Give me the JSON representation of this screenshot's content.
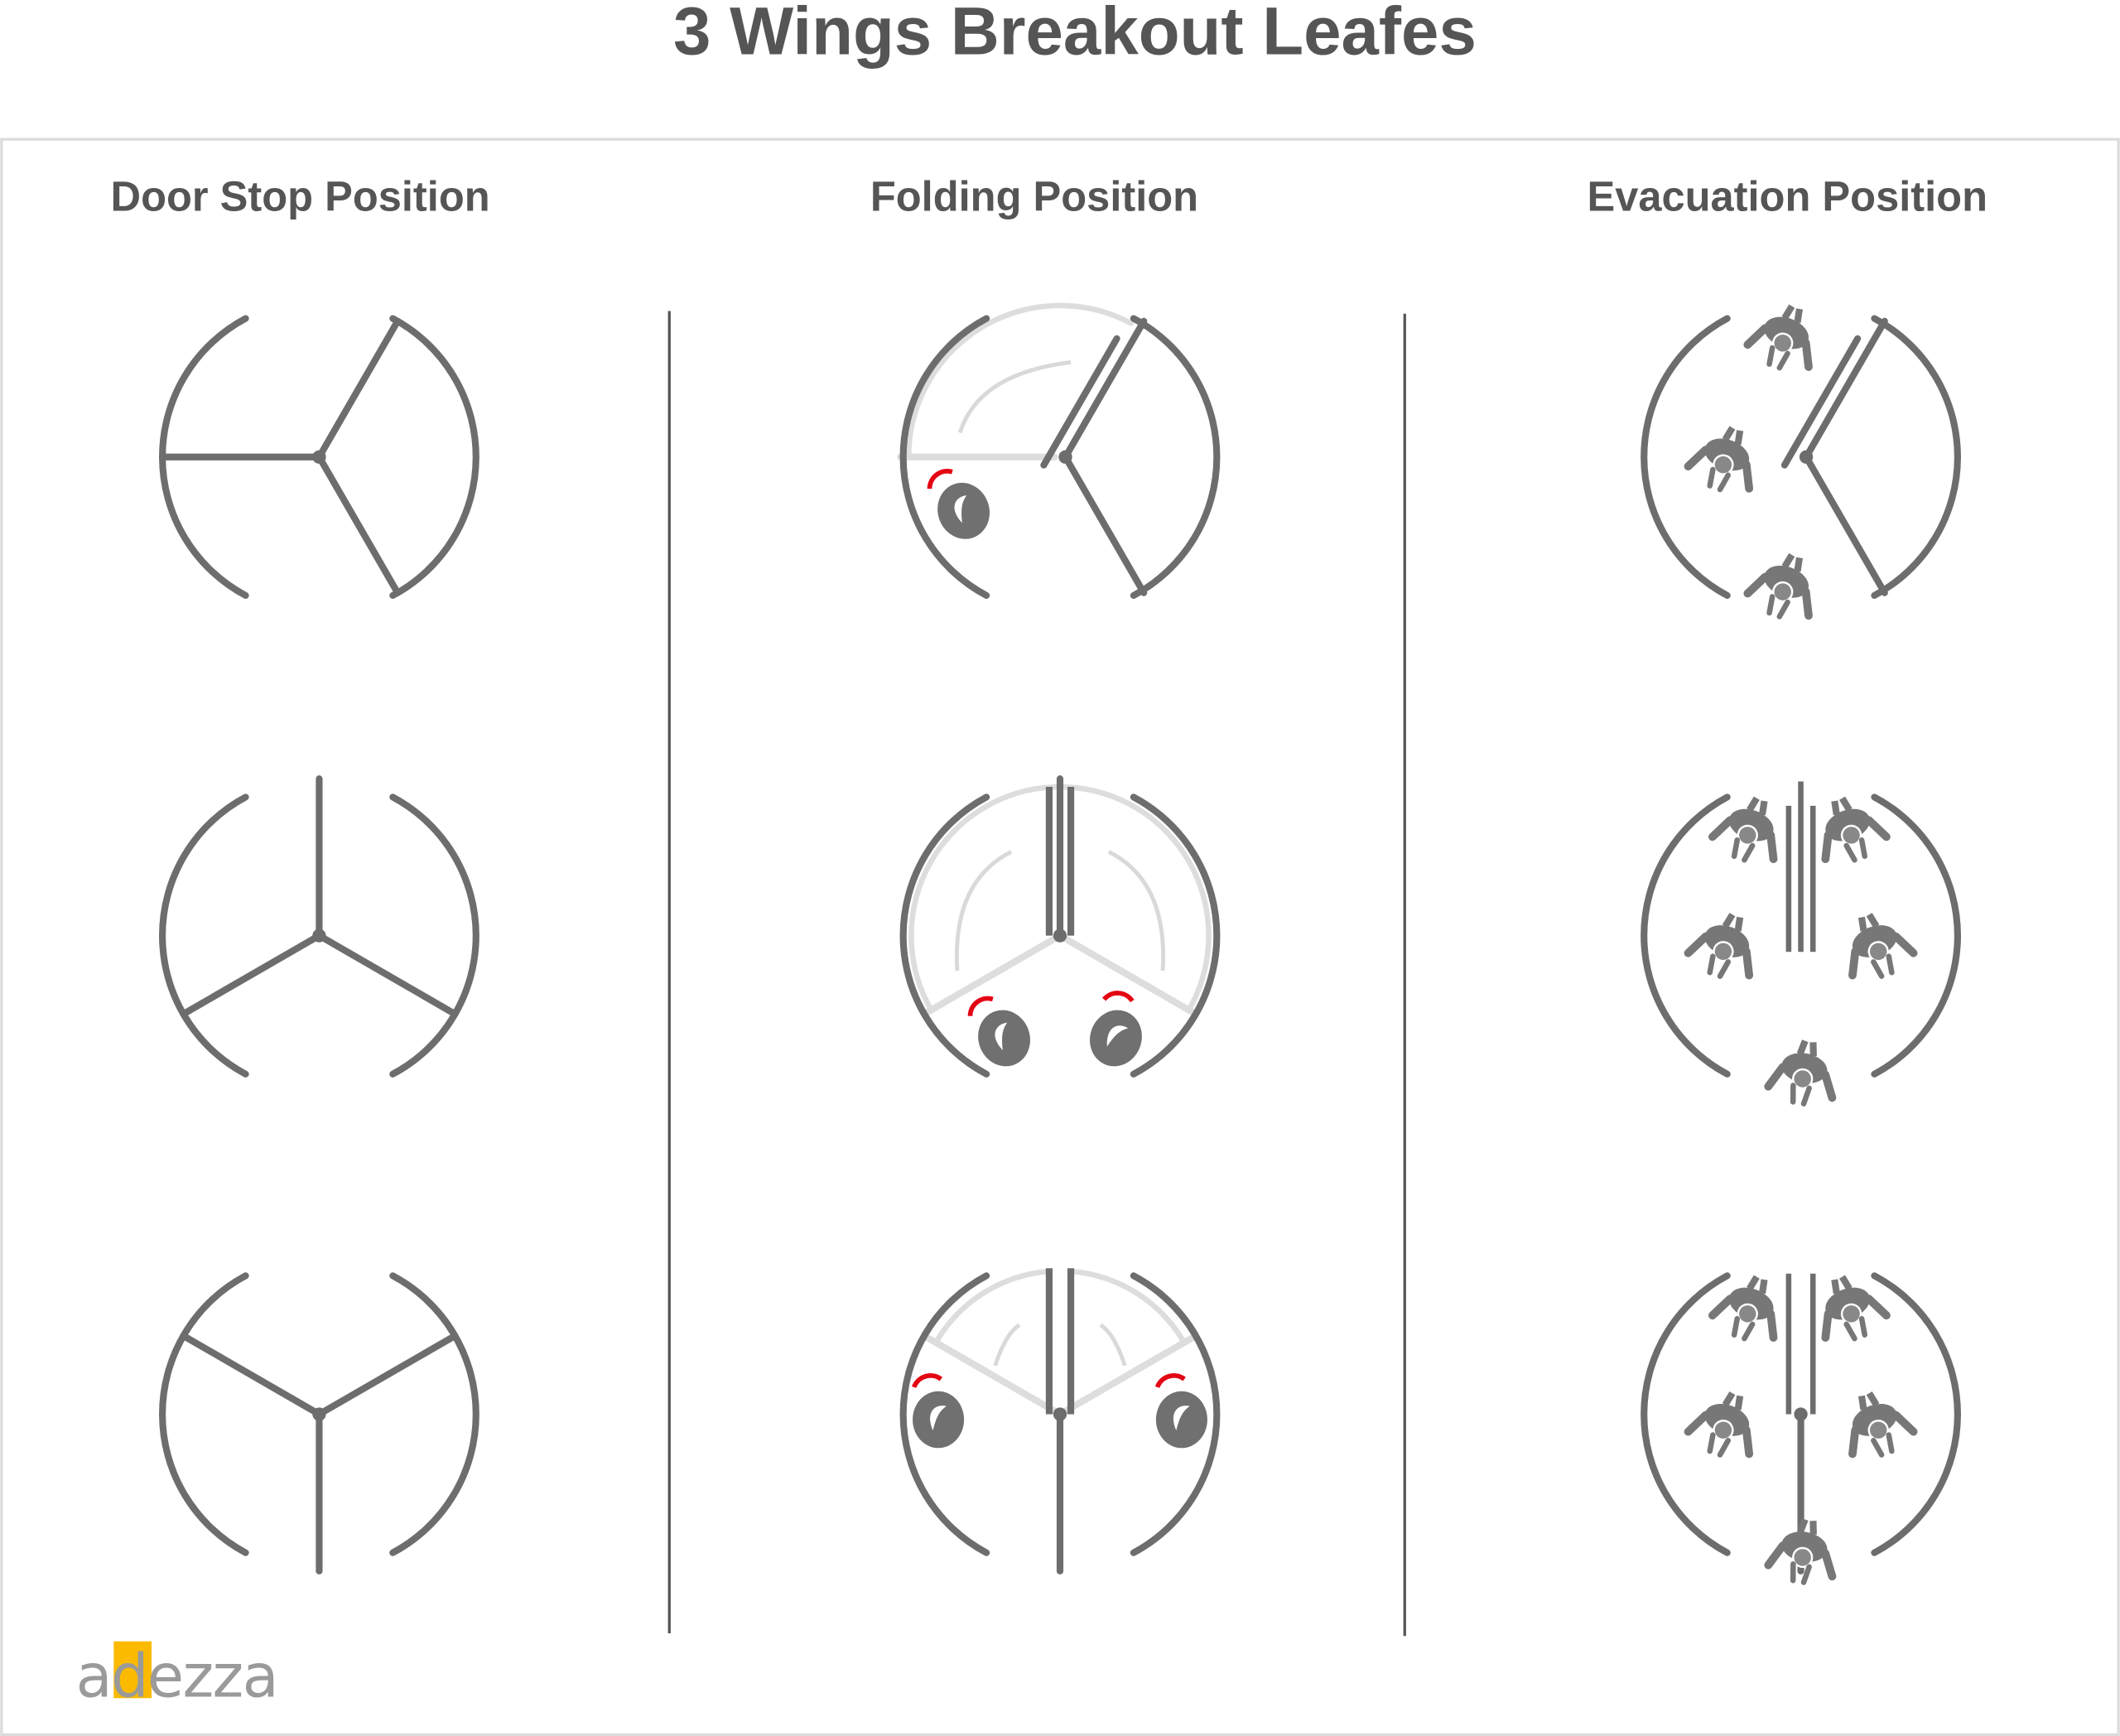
{
  "title": "3 Wings Breakout Leafes",
  "columns": [
    {
      "heading": "Door Stop Position"
    },
    {
      "heading": "Folding Position"
    },
    {
      "heading": "Evacuation Position"
    }
  ],
  "logo": {
    "text": "adezza",
    "accent_color": "#FBBA00",
    "text_color": "#9a9a9a"
  },
  "colors": {
    "wall": "#6d6d6d",
    "ghost": "#dddddd",
    "push_indicator": "#e30613",
    "text": "#555555"
  }
}
